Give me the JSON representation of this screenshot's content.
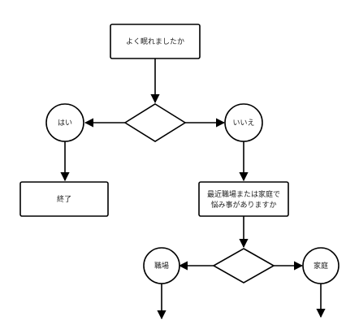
{
  "diagram": {
    "question_sleep": "よく眠れましたか",
    "answer_yes": "はい",
    "answer_no": "いいえ",
    "end": "終了",
    "question_worry_line1": "最近職場または家庭で",
    "question_worry_line2": "悩み事がありますか",
    "worry_work": "職場",
    "worry_home": "家庭"
  }
}
